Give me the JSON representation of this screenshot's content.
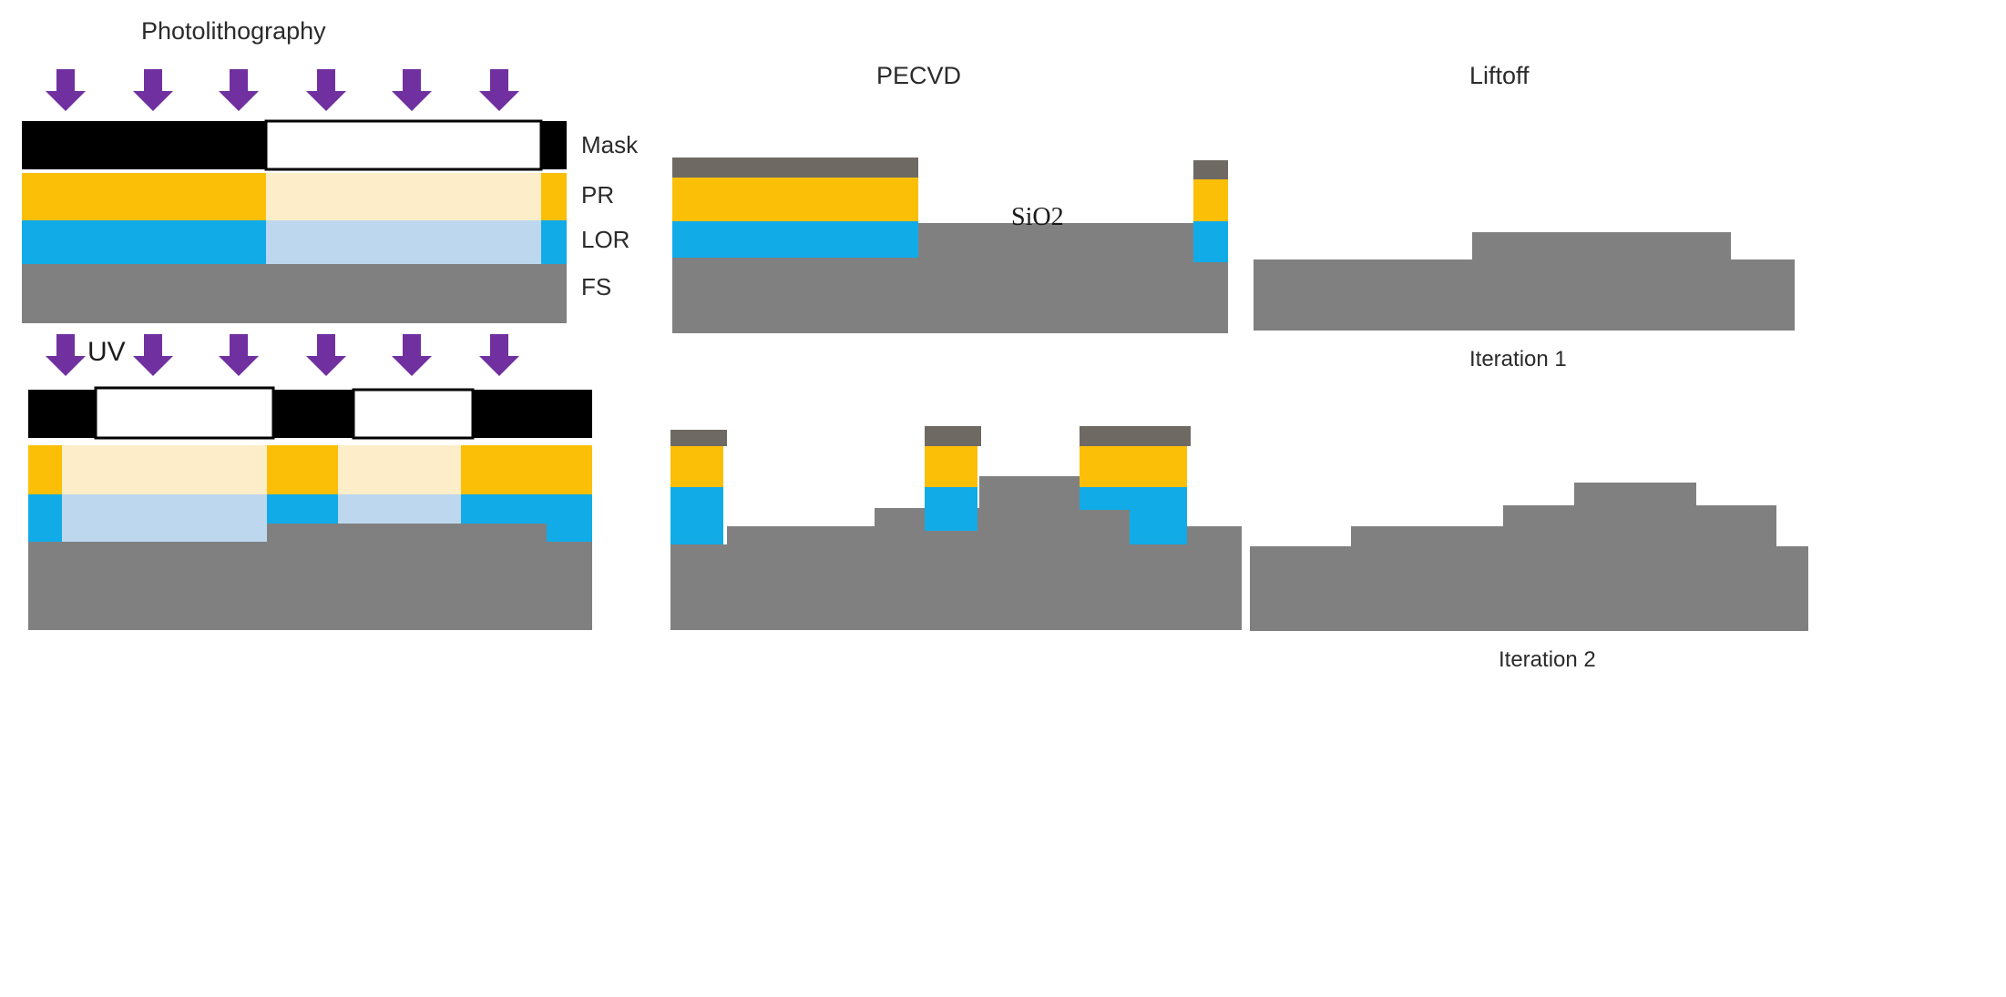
{
  "palette": {
    "background": "#ffffff",
    "arrow_purple": "#7030a0",
    "mask_black": "#000000",
    "mask_white": "#ffffff",
    "pr_exposed": "#fbbf07",
    "pr_unexposed": "#fdeec9",
    "lor_exposed": "#11abe8",
    "lor_unexposed": "#bdd7ee",
    "fs_gray": "#808080",
    "sio2_gray": "#6e6a63",
    "text": "#2b2b2b"
  },
  "columns": {
    "photolithography": {
      "title": "Photolithography",
      "uv_label": "UV",
      "layer_labels": [
        {
          "key": "mask",
          "label": "Mask"
        },
        {
          "key": "pr",
          "label": "PR"
        },
        {
          "key": "lor",
          "label": "LOR"
        },
        {
          "key": "fs",
          "label": "FS"
        }
      ],
      "arrow_count_row1": 6,
      "arrow_count_row2": 6
    },
    "pecvd": {
      "title": "PECVD",
      "material_label": "SiO2"
    },
    "liftoff": {
      "title": "Liftoff",
      "captions": [
        {
          "key": "iteration1",
          "label": "Iteration 1"
        },
        {
          "key": "iteration2",
          "label": "Iteration 2"
        }
      ]
    }
  },
  "legend": {
    "mask": "Mask",
    "pr": "PR",
    "lor": "LOR",
    "fs": "FS"
  }
}
